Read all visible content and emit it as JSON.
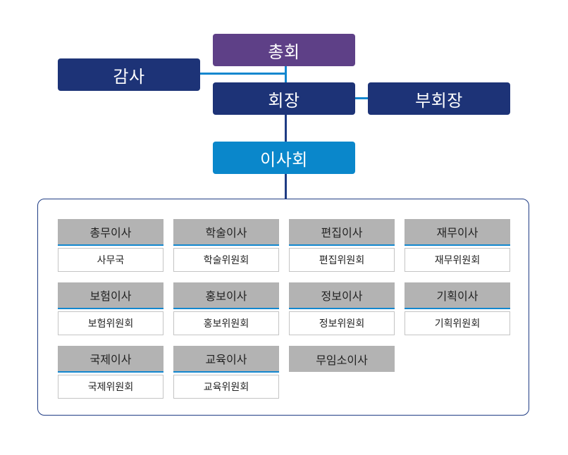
{
  "top": {
    "general_assembly": "총회",
    "auditor": "감사",
    "president": "회장",
    "vice_president": "부회장",
    "board": "이사회"
  },
  "departments": [
    {
      "head": "총무이사",
      "committee": "사무국"
    },
    {
      "head": "학술이사",
      "committee": "학술위원회"
    },
    {
      "head": "편집이사",
      "committee": "편집위원회"
    },
    {
      "head": "재무이사",
      "committee": "재무위원회"
    },
    {
      "head": "보험이사",
      "committee": "보험위원회"
    },
    {
      "head": "홍보이사",
      "committee": "홍보위원회"
    },
    {
      "head": "정보이사",
      "committee": "정보위원회"
    },
    {
      "head": "기획이사",
      "committee": "기획위원회"
    },
    {
      "head": "국제이사",
      "committee": "국제위원회"
    },
    {
      "head": "교육이사",
      "committee": "교육위원회"
    },
    {
      "head": "무임소이사",
      "committee": ""
    }
  ],
  "colors": {
    "general_assembly": "#5e4087",
    "executive": "#1d3377",
    "board": "#0a87cb",
    "connector_dark": "#1f3c84",
    "connector_light": "#1287cf",
    "dept_header": "#b3b3b3"
  }
}
